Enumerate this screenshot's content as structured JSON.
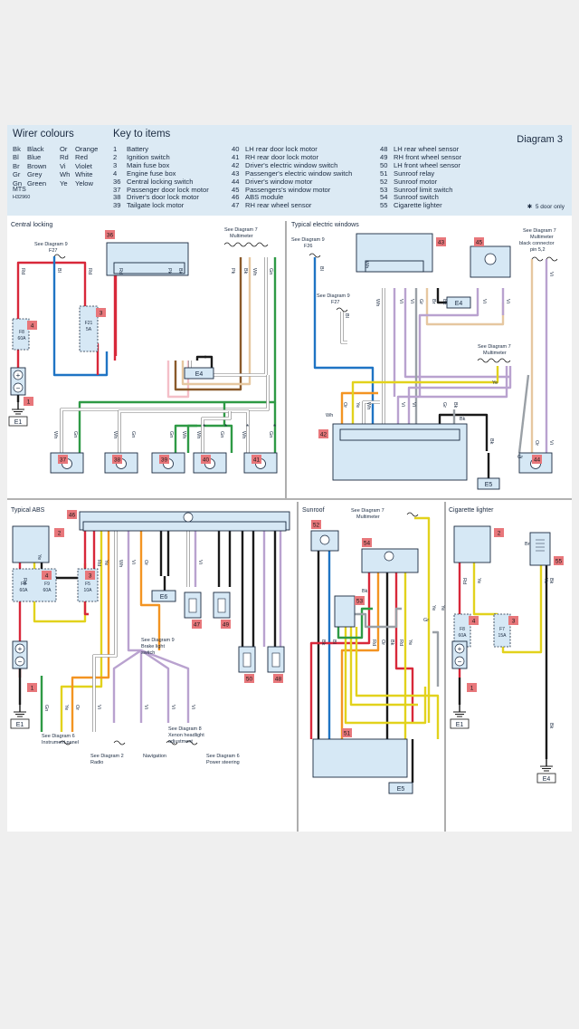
{
  "legend": {
    "wire_colours_title": "Wirer colours",
    "colours": [
      [
        "Bk",
        "Black",
        "Or",
        "Orange"
      ],
      [
        "Bl",
        "Blue",
        "Rd",
        "Red"
      ],
      [
        "Br",
        "Brown",
        "Vi",
        "Violet"
      ],
      [
        "Gr",
        "Grey",
        "Wh",
        "White"
      ],
      [
        "Gn",
        "Green",
        "Ye",
        "Yelow"
      ]
    ],
    "mts": "MTS",
    "code": "H32960",
    "key_title": "Key to items",
    "key_col1": [
      [
        "1",
        "Battery"
      ],
      [
        "2",
        "Ignition switch"
      ],
      [
        "3",
        "Main fuse box"
      ],
      [
        "4",
        "Engine fuse box"
      ],
      [
        "36",
        "Central locking switch"
      ],
      [
        "37",
        "Passenger door lock motor"
      ],
      [
        "38",
        "Driver's door lock motor"
      ],
      [
        "39",
        "Tailgate lock motor"
      ]
    ],
    "key_col2": [
      [
        "40",
        "LH rear door lock motor"
      ],
      [
        "41",
        "RH rear door lock motor"
      ],
      [
        "42",
        "Driver's electric window switch"
      ],
      [
        "43",
        "Passenger's electric window switch"
      ],
      [
        "44",
        "Driver's window motor"
      ],
      [
        "45",
        "Passengers's window motor"
      ],
      [
        "46",
        "ABS module"
      ],
      [
        "47",
        "RH rear wheel sensor"
      ]
    ],
    "key_col3": [
      [
        "48",
        "LH rear wheel sensor"
      ],
      [
        "49",
        "RH front wheel sensor"
      ],
      [
        "50",
        "LH front wheel sensor"
      ],
      [
        "51",
        "Sunroof relay"
      ],
      [
        "52",
        "Sunroof motor"
      ],
      [
        "53",
        "Sunroof limit switch"
      ],
      [
        "54",
        "Sunroof switch"
      ],
      [
        "55",
        "Cigarette lighter"
      ]
    ],
    "diagram_label": "Diagram 3",
    "five_door": "5 door only"
  },
  "panels": {
    "central_locking": {
      "title": "Central locking",
      "ref_diag9": "See Diagram 9",
      "ref_f27": "F27",
      "ref_diag7": "See Diagram 7",
      "ref_multimeter": "Multimeter",
      "ground_e4": "E4",
      "ground_e1": "E1",
      "fuse_f8": "F8",
      "fuse_f8_amp": "60A",
      "fuse_f21": "F21",
      "fuse_f21_amp": "5A"
    },
    "windows": {
      "title": "Typical electric windows",
      "ref_diag9_f26": "See Diagram 9",
      "ref_f26": "F26",
      "ref_diag9_f27": "See Diagram 9",
      "ref_f27": "F27",
      "ref_diag7": "See Diagram 7",
      "ref_multimeter": "Multimeter",
      "ref_diag7_b": "See Diagram 7",
      "ref_multimeter_b": "Multimeter",
      "ref_black_conn": "black connector",
      "ref_pin": "pin 5,2",
      "ground_e4": "E4",
      "ground_e5": "E5"
    },
    "abs": {
      "title": "Typical ABS",
      "ref_brake": [
        "See Diagram 9",
        "Brake light",
        "switch"
      ],
      "ref_instrument": [
        "See Diagram 6",
        "Instrument panel"
      ],
      "ref_radio": [
        "See Diagram 2",
        "Radio"
      ],
      "ref_navigation": "Navigation",
      "ref_xenon": [
        "See Diagram 8",
        "Xenon headlight",
        "adjustment"
      ],
      "ref_power": [
        "See Diagram 6",
        "Power steering"
      ],
      "ground_e6": "E6",
      "ground_e1": "E1",
      "fuse_f8": "F8",
      "fuse_f8_amp": "60A",
      "fuse_f9": "F9",
      "fuse_f9_amp": "60A",
      "fuse_f5": "F5",
      "fuse_f5_amp": "10A"
    },
    "sunroof": {
      "title": "Sunroof",
      "ref_diag7": "See Diagram 7",
      "ref_multimeter": "Multimeter",
      "ground_e5": "E5"
    },
    "cigarette": {
      "title": "Cigarette lighter",
      "ground_e1": "E1",
      "ground_e4": "E4",
      "fuse_f8": "F8",
      "fuse_f8_amp": "60A",
      "fuse_f7": "F7",
      "fuse_f7_amp": "15A"
    }
  },
  "item_tags": {
    "cl_36": "36",
    "cl_4": "4",
    "cl_3": "3",
    "cl_1": "1",
    "cl_37": "37",
    "cl_38": "38",
    "cl_39": "39",
    "cl_40": "40",
    "cl_41": "41",
    "w_43": "43",
    "w_45": "45",
    "w_42": "42",
    "w_44": "44",
    "abs_46": "46",
    "abs_2": "2",
    "abs_4": "4",
    "abs_3": "3",
    "abs_1": "1",
    "abs_47": "47",
    "abs_49": "49",
    "abs_50": "50",
    "abs_48": "48",
    "sr_52": "52",
    "sr_54": "54",
    "sr_53": "53",
    "sr_51": "51",
    "cig_2": "2",
    "cig_55": "55",
    "cig_4": "4",
    "cig_3": "3",
    "cig_1": "1"
  },
  "wire_labels": {
    "rd": "Rd",
    "bl": "Bl",
    "bk": "Bk",
    "pk": "Pk",
    "wh": "Wh",
    "gn": "Gn",
    "gr": "Gr",
    "vi": "Vi",
    "ye": "Ye",
    "or": "Or",
    "br": "Br",
    "star": "*"
  },
  "colors": {
    "red": "#d8283a",
    "blue": "#1f74c4",
    "black": "#1a1a1a",
    "green": "#2e9a45",
    "yellow": "#e2d21c",
    "orange": "#f39422",
    "violet": "#b9a2cf",
    "grey": "#9aa0a6",
    "white": "#ffffff",
    "pink": "#f4bfc8",
    "brown": "#8a5a2b",
    "tan": "#e6c7a0",
    "component": "#d6e8f5",
    "tag": "#e8777b"
  }
}
